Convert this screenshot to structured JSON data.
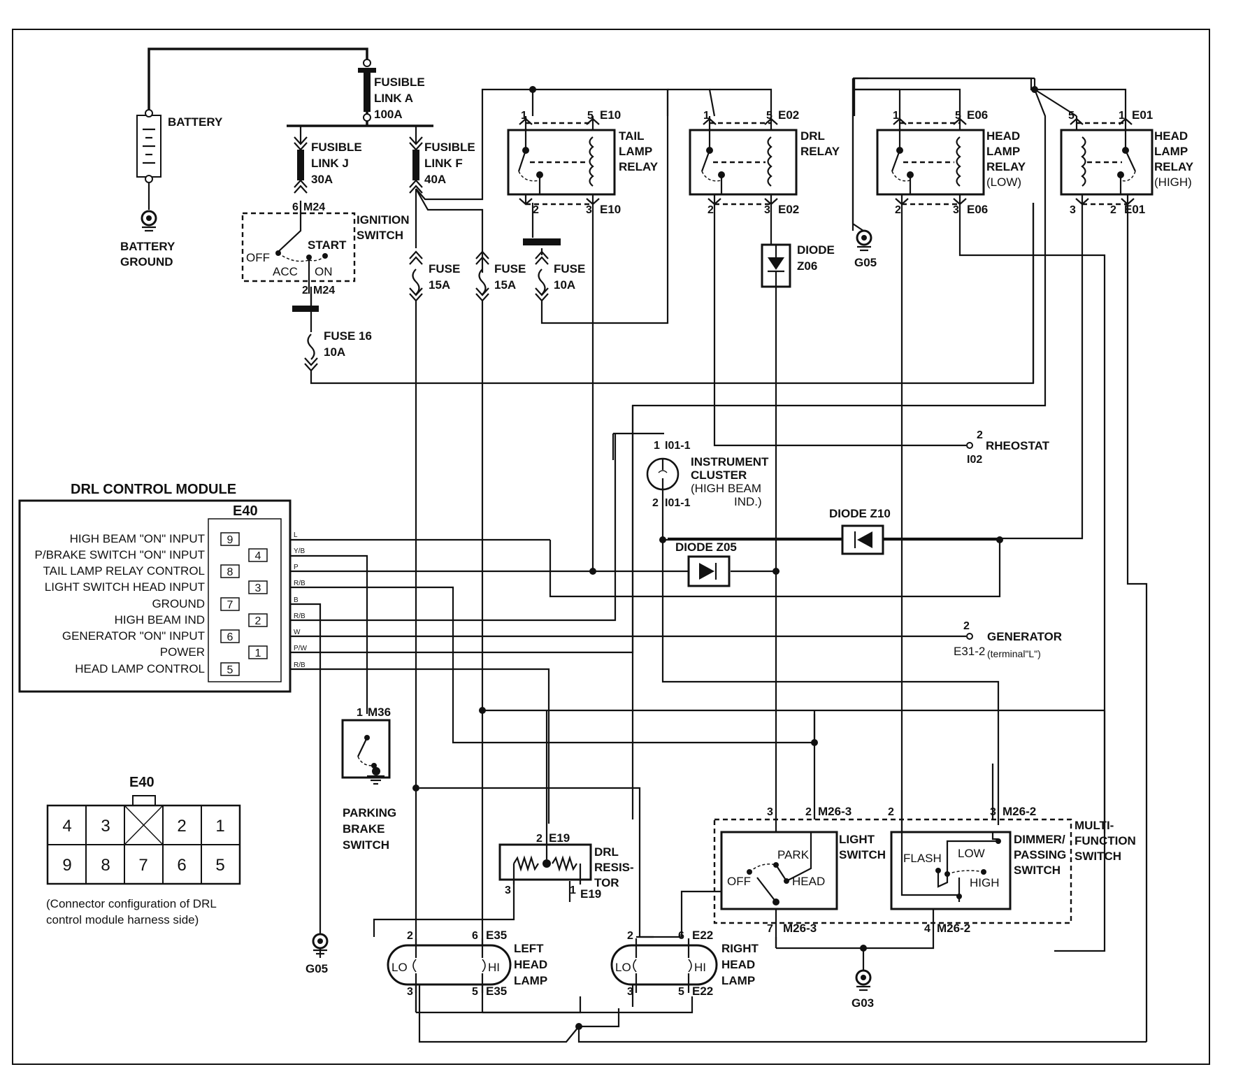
{
  "battery": {
    "label": "BATTERY",
    "ground": [
      "BATTERY",
      "GROUND"
    ]
  },
  "fusible_links": {
    "a": [
      "FUSIBLE",
      "LINK A",
      "100A"
    ],
    "j": [
      "FUSIBLE",
      "LINK J",
      "30A"
    ],
    "f": [
      "FUSIBLE",
      "LINK F",
      "40A"
    ]
  },
  "ignition": {
    "connector_top": "M24",
    "pin_top": "6",
    "connector_bot": "M24",
    "pin_bot": "2",
    "label": [
      "IGNITION",
      "SWITCH"
    ],
    "positions": [
      "OFF",
      "ACC",
      "ON",
      "START"
    ]
  },
  "fuses": {
    "f15a_1": [
      "FUSE",
      "15A"
    ],
    "f15a_2": [
      "FUSE",
      "15A"
    ],
    "f10a": [
      "FUSE",
      "10A"
    ],
    "f16": [
      "FUSE 16",
      "10A"
    ]
  },
  "relays": {
    "tail": {
      "label": [
        "TAIL",
        "LAMP",
        "RELAY"
      ],
      "conn": "E10",
      "pins": [
        "1",
        "5",
        "2",
        "3"
      ]
    },
    "drl": {
      "label": [
        "DRL",
        "RELAY"
      ],
      "conn": "E02",
      "pins": [
        "1",
        "5",
        "2",
        "3"
      ]
    },
    "head_low": {
      "label": [
        "HEAD",
        "LAMP",
        "RELAY",
        "(LOW)"
      ],
      "conn": "E06",
      "pins": [
        "1",
        "5",
        "2",
        "3"
      ]
    },
    "head_high": {
      "label": [
        "HEAD",
        "LAMP",
        "RELAY",
        "(HIGH)"
      ],
      "conn": "E01",
      "pins": [
        "5",
        "1",
        "3",
        "2"
      ]
    }
  },
  "diodes": {
    "z06": [
      "DIODE",
      "Z06"
    ],
    "z10": "DIODE Z10",
    "z05": "DIODE Z05"
  },
  "grounds": {
    "g05_top": "G05",
    "g05_bot": "G05",
    "g03": "G03"
  },
  "rheostat": {
    "pin": "2",
    "label": "RHEOSTAT",
    "conn": "I02"
  },
  "instrument": {
    "pin_top": "1",
    "conn_top": "I01-1",
    "pin_bot": "2",
    "conn_bot": "I01-1",
    "label": [
      "INSTRUMENT",
      "CLUSTER",
      "(HIGH BEAM",
      "IND.)"
    ]
  },
  "drl_module": {
    "title": "DRL CONTROL MODULE",
    "connector": "E40",
    "rows": [
      {
        "label": "HIGH BEAM \"ON\" INPUT",
        "pin": "9",
        "wire": "L"
      },
      {
        "label": "P/BRAKE SWITCH \"ON\" INPUT",
        "pin": "4",
        "wire": "Y/B"
      },
      {
        "label": "TAIL LAMP RELAY CONTROL",
        "pin": "8",
        "wire": "P"
      },
      {
        "label": "LIGHT SWITCH HEAD INPUT",
        "pin": "3",
        "wire": "R/B"
      },
      {
        "label": "GROUND",
        "pin": "7",
        "wire": "B"
      },
      {
        "label": "HIGH BEAM IND",
        "pin": "2",
        "wire": "R/B"
      },
      {
        "label": "GENERATOR \"ON\" INPUT",
        "pin": "6",
        "wire": "W"
      },
      {
        "label": "POWER",
        "pin": "1",
        "wire": "P/W"
      },
      {
        "label": "HEAD LAMP CONTROL",
        "pin": "5",
        "wire": "R/B"
      }
    ]
  },
  "generator": {
    "pin": "2",
    "label": "GENERATOR",
    "conn": "E31-2",
    "terminal": "(terminal\"L\")"
  },
  "parking_brake": {
    "pin": "1",
    "conn": "M36",
    "label": [
      "PARKING",
      "BRAKE",
      "SWITCH"
    ]
  },
  "connector_cfg": {
    "title": "E40",
    "top": [
      "4",
      "3",
      "",
      "2",
      "1"
    ],
    "bottom": [
      "9",
      "8",
      "7",
      "6",
      "5"
    ],
    "caption": [
      "(Connector configuration of DRL",
      "control module harness side)"
    ]
  },
  "drl_resistor": {
    "pin_top": "2",
    "conn_top": "E19",
    "pin_l": "3",
    "pin_r": "1",
    "conn_r": "E19",
    "label": [
      "DRL",
      "RESIS-",
      "TOR"
    ]
  },
  "left_lamp": {
    "pins": [
      "2",
      "6",
      "3",
      "5"
    ],
    "conn_top": "E35",
    "conn_bot": "E35",
    "lo": "LO",
    "hi": "HI",
    "label": [
      "LEFT",
      "HEAD",
      "LAMP"
    ]
  },
  "right_lamp": {
    "pins": [
      "2",
      "6",
      "3",
      "5"
    ],
    "conn_top": "E22",
    "conn_bot": "E22",
    "lo": "LO",
    "hi": "HI",
    "label": [
      "RIGHT",
      "HEAD",
      "LAMP"
    ]
  },
  "multifunction": {
    "label": [
      "MULTI-",
      "FUNCTION",
      "SWITCH"
    ],
    "light_switch": {
      "label": [
        "LIGHT",
        "SWITCH"
      ],
      "off": "OFF",
      "park": "PARK",
      "head": "HEAD"
    },
    "dimmer": {
      "label": [
        "DIMMER/",
        "PASSING",
        "SWITCH"
      ],
      "flash": "FLASH",
      "low": "LOW",
      "high": "HIGH"
    },
    "pins_top": [
      "3",
      "2",
      "M26-3",
      "2",
      "3",
      "M26-2"
    ],
    "pins_bot": [
      "7",
      "M26-3",
      "4",
      "M26-2"
    ]
  }
}
